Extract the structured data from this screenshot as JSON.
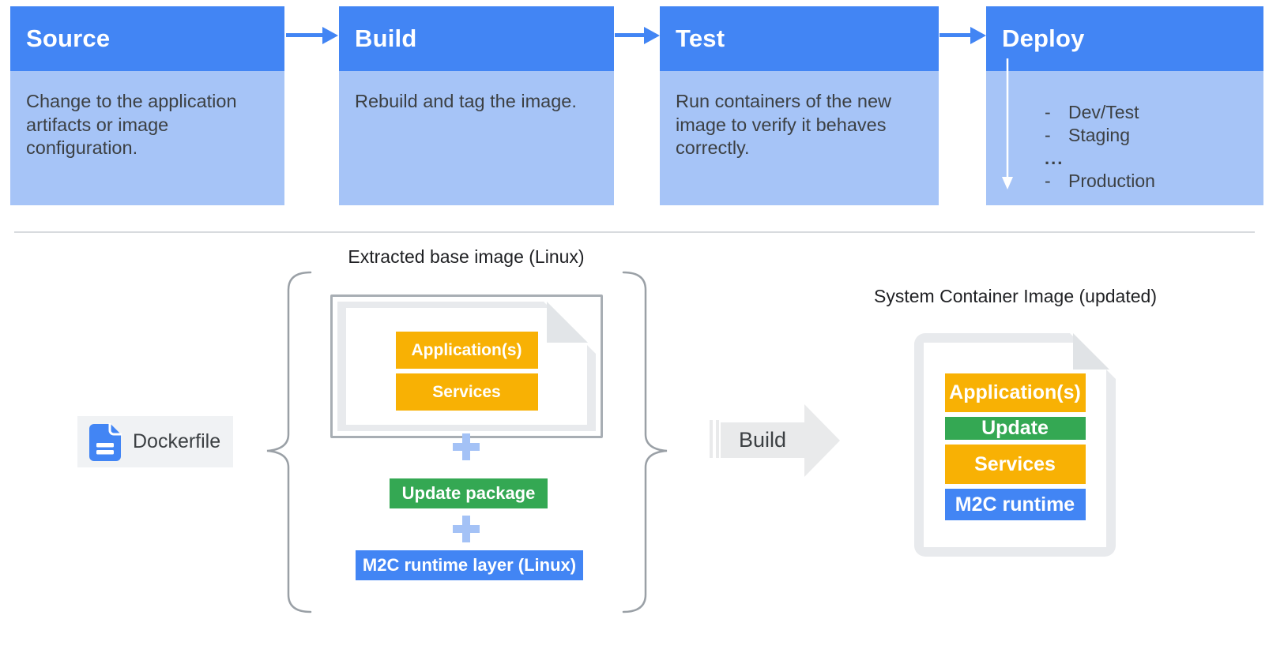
{
  "pipeline": {
    "dash": "-",
    "dots": "...",
    "stages": [
      {
        "title": "Source",
        "body": "Change to the application artifacts or image configuration."
      },
      {
        "title": "Build",
        "body": "Rebuild and tag the image."
      },
      {
        "title": "Test",
        "body": "Run containers of the new image to verify it behaves correctly."
      },
      {
        "title": "Deploy",
        "items": [
          "Dev/Test",
          "Staging",
          "Production"
        ]
      }
    ]
  },
  "dockerfile": {
    "label": "Dockerfile"
  },
  "extracted": {
    "title": "Extracted base image (Linux)",
    "doc_layers": [
      "Application(s)",
      "Services"
    ],
    "update_box": "Update package",
    "runtime_box": "M2C runtime layer (Linux)"
  },
  "build_arrow": {
    "label": "Build"
  },
  "system_image": {
    "title": "System Container Image (updated)",
    "layers": [
      {
        "label": "Application(s)",
        "color": "#F8B104"
      },
      {
        "label": "Update",
        "color": "#34A853"
      },
      {
        "label": "Services",
        "color": "#F8B104"
      },
      {
        "label": "M2C runtime",
        "color": "#4285F4"
      }
    ]
  },
  "icons": {
    "flow_arrow": "right-arrow-icon",
    "deploy_arrow": "down-arrow-icon",
    "plus": "plus-icon",
    "dockerfile_doc": "document-icon",
    "build_chevron": "big-right-arrow-icon",
    "braces": "curly-braces"
  },
  "colors": {
    "header_blue": "#4285F4",
    "body_blue": "#A6C4F7",
    "accent_blue": "#4285F4",
    "yellow": "#F8B104",
    "green": "#34A853",
    "light_gray": "#E8EAED",
    "text_dark": "#3C4043"
  }
}
